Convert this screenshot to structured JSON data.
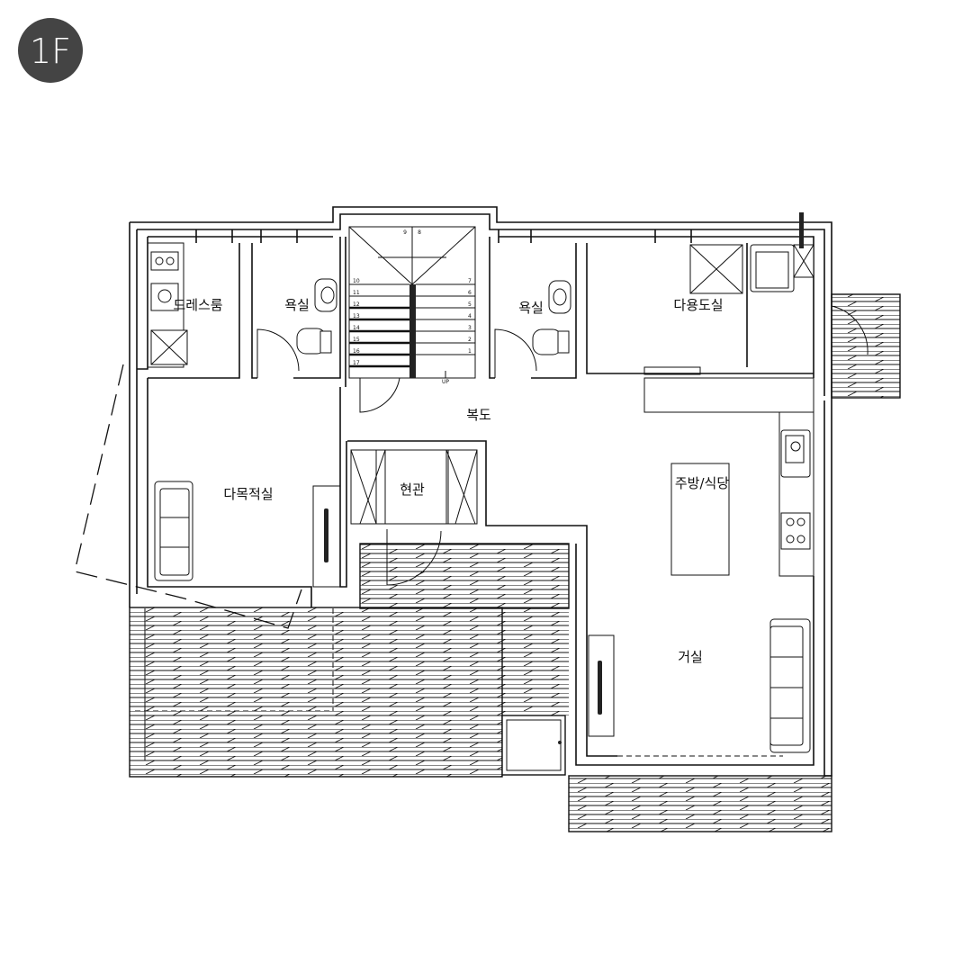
{
  "floor_badge": {
    "label": "1F",
    "color": "#444444"
  },
  "rooms": {
    "dress_room": "드레스룸",
    "bath_left": "욕실",
    "bath_right": "욕실",
    "utility": "다용도실",
    "corridor": "복도",
    "multipurpose": "다목적실",
    "entrance": "현관",
    "kitchen_dining": "주방/식당",
    "living": "거실"
  },
  "stairs": {
    "up_label": "UP",
    "left_steps": [
      "10",
      "11",
      "12",
      "13",
      "14",
      "15",
      "16",
      "17"
    ],
    "right_steps": [
      "7",
      "6",
      "5",
      "4",
      "3",
      "2",
      "1"
    ],
    "top_steps": [
      "9",
      "8"
    ]
  }
}
